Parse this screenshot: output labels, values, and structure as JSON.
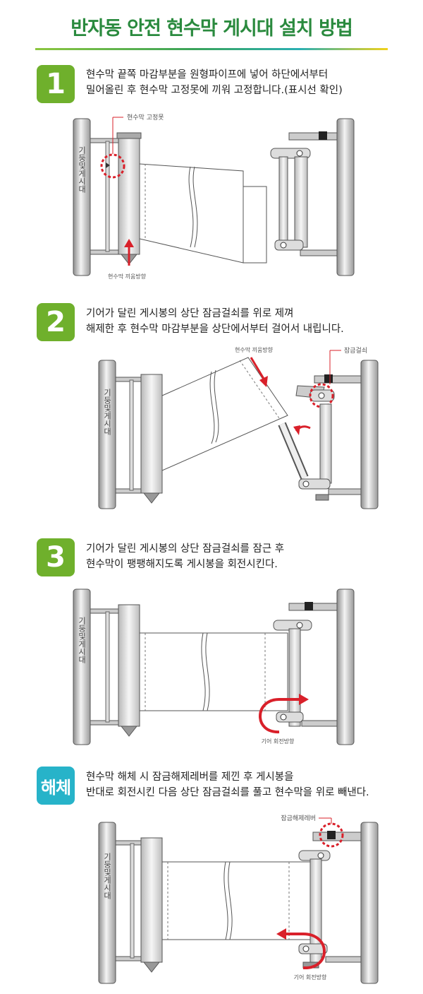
{
  "title": "반자동 안전 현수막 게시대 설치 방법",
  "colors": {
    "title_green": "#2a8a3e",
    "badge_green": "#6fb02c",
    "badge_teal": "#27b3c9",
    "marker_red": "#d9202a"
  },
  "post_label": "기둥및게시대",
  "steps": [
    {
      "badge": "1",
      "lines": [
        "현수막 끝쪽 마감부분을 원형파이프에 넣어 하단에서부터",
        "밀어올린 후 현수막 고정못에 끼워 고정합니다.(표시선 확인)"
      ],
      "callouts": {
        "pin": "현수막 고정못",
        "direction": "현수막 끼움방향"
      }
    },
    {
      "badge": "2",
      "lines": [
        "기어가 달린 게시봉의 상단 잠금걸쇠를 위로 제껴",
        "해제한 후 현수막 마감부분을 상단에서부터 걸어서 내립니다."
      ],
      "callouts": {
        "direction": "현수막 끼움방향",
        "latch": "잠금걸쇠"
      }
    },
    {
      "badge": "3",
      "lines": [
        "기어가 달린 게시봉의 상단 잠금걸쇠를 잠근 후",
        "현수막이 팽팽해지도록 게시봉을 회전시킨다."
      ],
      "callouts": {
        "gear": "기어 회전방향"
      }
    },
    {
      "badge": "해체",
      "lines": [
        "현수막 해체 시 잠금해제레버를 제낀 후 게시봉을",
        "반대로 회전시킨 다음 상단 잠금걸쇠를 풀고 현수막을 위로 빼낸다."
      ],
      "callouts": {
        "lever": "잠금해제레버",
        "gear": "기어 회전방향"
      }
    }
  ]
}
